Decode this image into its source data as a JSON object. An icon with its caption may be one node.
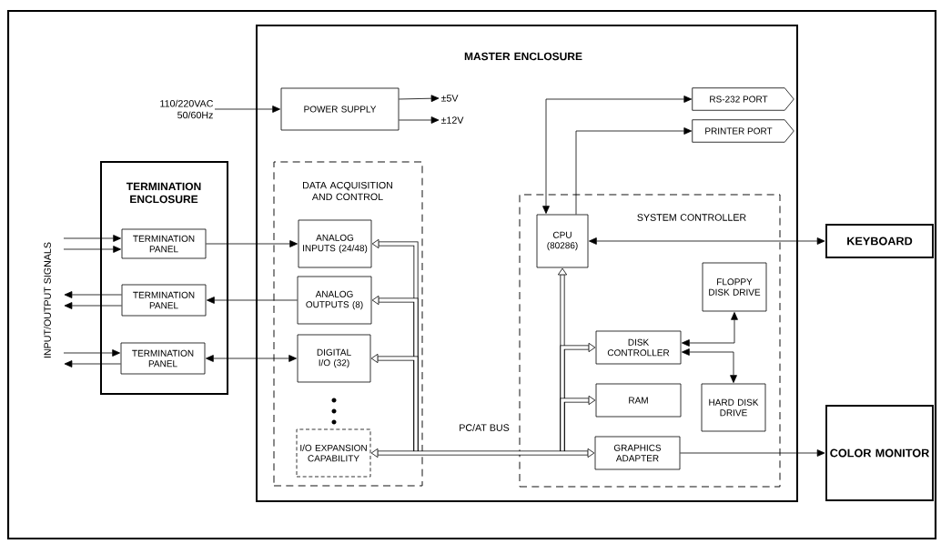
{
  "diagram": {
    "nodes": [
      {
        "text": [
          "MASTER ENCLOSURE"
        ]
      },
      {
        "text": [
          "110/220VAC 50/60Hz"
        ]
      },
      {
        "text": [
          "POWER SUPPLY"
        ],
        "in": 0
      },
      {
        "text": [
          "±5V"
        ],
        "in": 0
      },
      {
        "text": [
          "±12V"
        ],
        "in": 0
      },
      {
        "text": [
          "RS-232 PORT"
        ],
        "in": 0
      },
      {
        "text": [
          "PRINTER PORT"
        ],
        "in": 0
      },
      {
        "text": [
          "TERMINATION ENCLOSURE"
        ]
      },
      {
        "text": [
          "TERMINATION PANEL"
        ],
        "in": 7
      },
      {
        "text": [
          "TERMINATION PANEL"
        ],
        "in": 7
      },
      {
        "text": [
          "TERMINATION PANEL"
        ],
        "in": 7
      },
      {
        "text": [
          "DATA ACQUISITION AND CONTROL"
        ],
        "in": 0
      },
      {
        "text": [
          "ANALOG INPUTS (24/48)"
        ],
        "in": 11
      },
      {
        "text": [
          "ANALOG OUTPUTS (8)"
        ],
        "in": 11
      },
      {
        "text": [
          "DIGITAL I/O (32)"
        ],
        "in": 11
      },
      {
        "text": [
          "I/O EXPANSION CAPABILITY"
        ],
        "in": 11
      },
      {
        "text": [
          "SYSTEM CONTROLLER"
        ],
        "in": 0
      },
      {
        "text": [
          "CPU (80286)"
        ],
        "in": 16
      },
      {
        "text": [
          "KEYBOARD"
        ]
      },
      {
        "text": [
          "FLOPPY DISK DRIVE"
        ],
        "in": 16
      },
      {
        "text": [
          "DISK CONTROLLER"
        ],
        "in": 16
      },
      {
        "text": [
          "RAM"
        ],
        "in": 16
      },
      {
        "text": [
          "HARD DISK DRIVE"
        ],
        "in": 16
      },
      {
        "text": [
          "GRAPHICS ADAPTER"
        ],
        "in": 16
      },
      {
        "text": [
          "COLOR MONITOR"
        ]
      }
    ],
    "edges": [
      {
        "from": 1,
        "to": 2,
        "arrow": "to"
      },
      {
        "from": 2,
        "to": 3,
        "arrow": "to"
      },
      {
        "from": 2,
        "to": 4,
        "arrow": "to"
      },
      {
        "from": 17,
        "to": 5,
        "arrow": "both"
      },
      {
        "from": 17,
        "to": 6,
        "arrow": "to"
      },
      {
        "from": 17,
        "to": 18,
        "arrow": "both"
      },
      {
        "from": 20,
        "to": 19,
        "arrow": "both"
      },
      {
        "from": 20,
        "to": 22,
        "arrow": "both"
      },
      {
        "from": 23,
        "to": 24,
        "arrow": "to"
      },
      {
        "from": null,
        "to": 8,
        "arrow": "to"
      },
      {
        "from": null,
        "to": 8,
        "arrow": "to"
      },
      {
        "from": 9,
        "to": null,
        "arrow": "to"
      },
      {
        "from": 9,
        "to": null,
        "arrow": "to"
      },
      {
        "from": null,
        "to": 10,
        "arrow": "to"
      },
      {
        "from": 10,
        "to": null,
        "arrow": "to"
      },
      {
        "from": 8,
        "to": 12,
        "arrow": "to"
      },
      {
        "from": 13,
        "to": 9,
        "arrow": "to"
      },
      {
        "from": 10,
        "to": 14,
        "arrow": "both"
      },
      {
        "from": 15,
        "to": 23,
        "arrow": "both",
        "style": "thick",
        "label": "PC/AT BUS"
      },
      {
        "from": null,
        "to": 12,
        "arrow": "to",
        "style": "thick"
      },
      {
        "from": null,
        "to": 13,
        "arrow": "to",
        "style": "thick"
      },
      {
        "from": null,
        "to": 14,
        "arrow": "to",
        "style": "thick"
      },
      {
        "from": null,
        "to": 17,
        "arrow": "to",
        "style": "thick"
      },
      {
        "from": null,
        "to": 20,
        "arrow": "to",
        "style": "thick"
      },
      {
        "from": null,
        "to": 21,
        "arrow": "to",
        "style": "thick"
      }
    ],
    "labels": [
      "INPUT/OUTPUT SIGNALS"
    ]
  }
}
